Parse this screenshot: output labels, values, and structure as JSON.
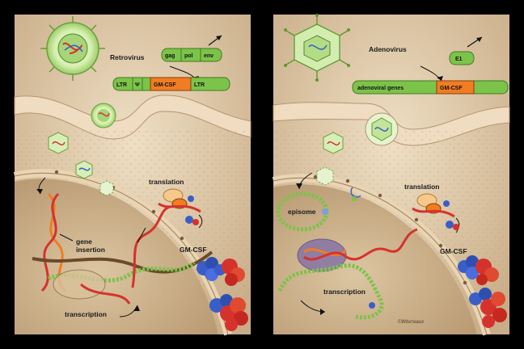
{
  "left_panel": {
    "virus_label": "Retrovirus",
    "gene_top": [
      "gag",
      "pol",
      "env"
    ],
    "gene_vector": [
      "LTR",
      "Ψ",
      "GM-CSF",
      "LTR"
    ],
    "translation_label": "translation",
    "gene_insertion_label": [
      "gene",
      "insertion"
    ],
    "gmcsf_label": "GM-CSF",
    "transcription_label": "transcription"
  },
  "right_panel": {
    "virus_label": "Adenovirus",
    "gene_top": "E1",
    "gene_vector": [
      "adenoviral genes",
      "GM-CSF"
    ],
    "translation_label": "translation",
    "episome_label": "episome",
    "gmcsf_label": "GM-CSF",
    "transcription_label": "transcription"
  },
  "signature": "©Wtorreaux",
  "colors": {
    "background": "#000000",
    "cytoplasm": "#e6d3b4",
    "nucleus": "#cdb58f",
    "membrane": "#f0dcc0",
    "gene_green": "#7cc34a",
    "gmcsf_orange": "#f07d22",
    "protein_red": "#d6322d",
    "protein_blue": "#3a5ec8"
  }
}
